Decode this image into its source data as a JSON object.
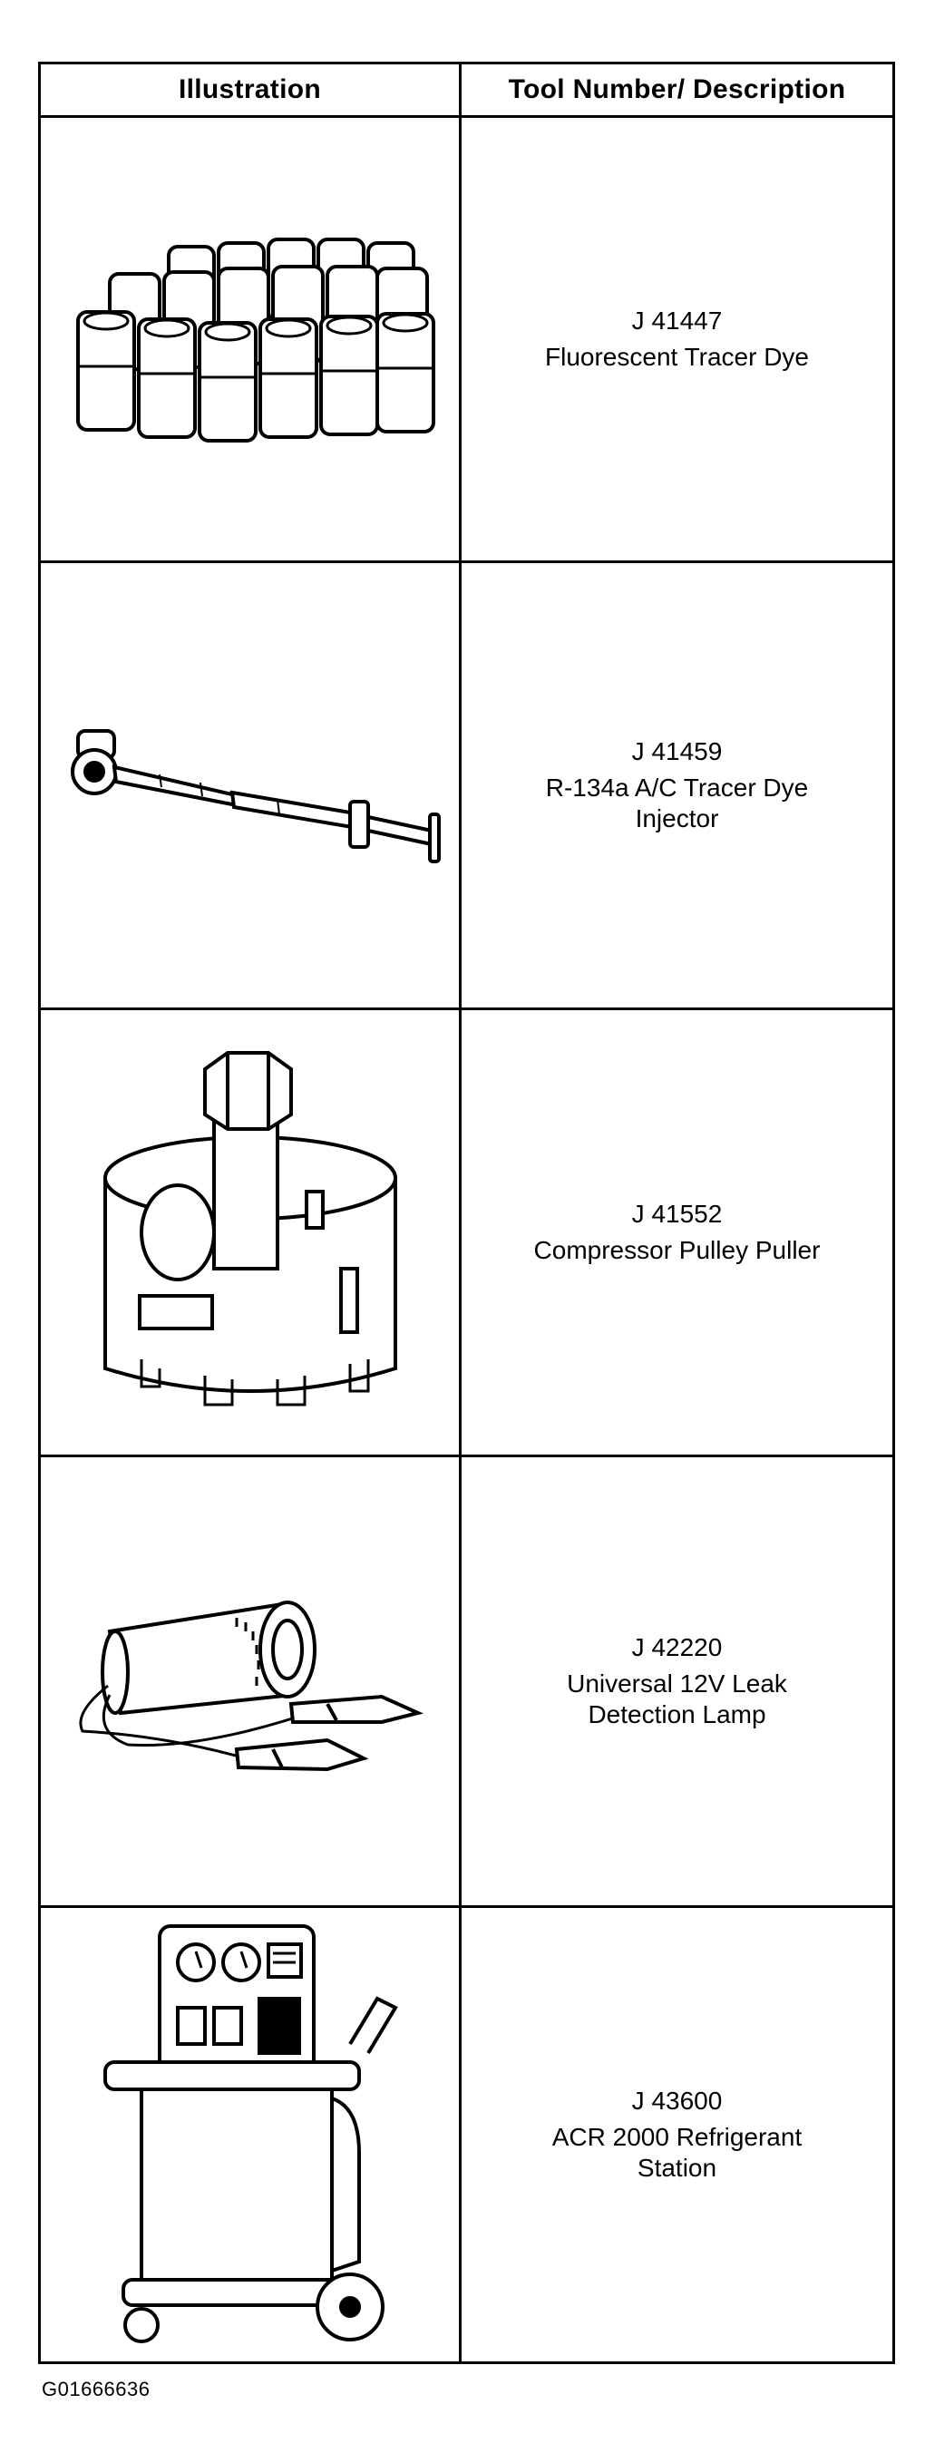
{
  "table": {
    "headers": {
      "illustration": "Illustration",
      "tool": "Tool Number/ Description"
    },
    "rows": [
      {
        "number": "J 41447",
        "description": "Fluorescent Tracer Dye",
        "icon": "dye-bottles-icon"
      },
      {
        "number": "J 41459",
        "description": "R-134a A/C Tracer Dye Injector",
        "icon": "dye-injector-icon"
      },
      {
        "number": "J 41552",
        "description": "Compressor Pulley Puller",
        "icon": "pulley-puller-icon"
      },
      {
        "number": "J 42220",
        "description": "Universal 12V Leak Detection Lamp",
        "icon": "leak-lamp-icon"
      },
      {
        "number": "J 43600",
        "description": "ACR 2000 Refrigerant Station",
        "icon": "refrigerant-station-icon"
      }
    ]
  },
  "figure_code": "G01666636"
}
